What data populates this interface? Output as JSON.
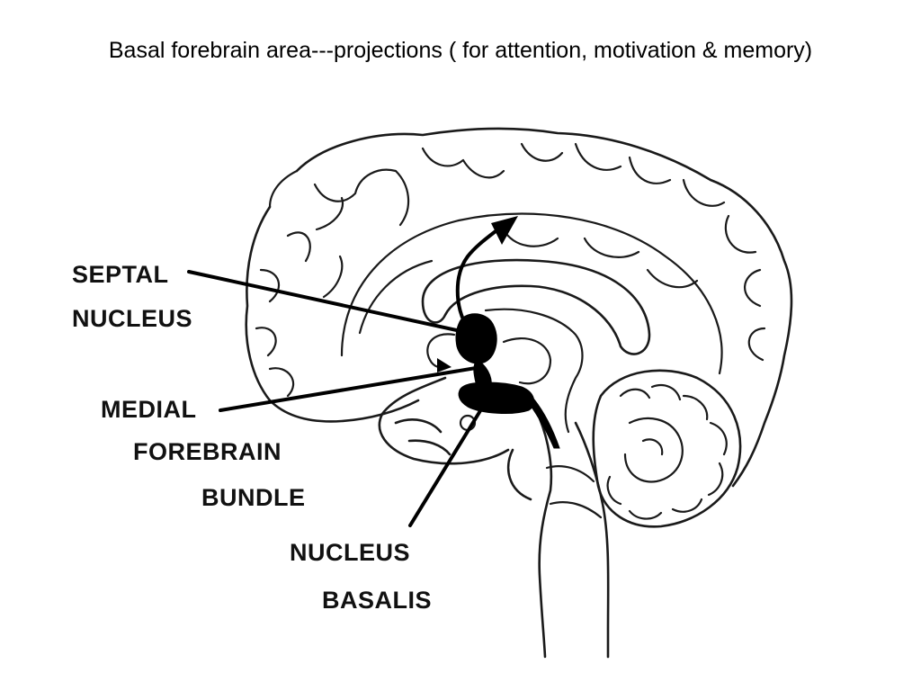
{
  "title": "Basal forebrain area---projections ( for attention, motivation & memory)",
  "labels": {
    "septal_line1": "SEPTAL",
    "septal_line2": "NUCLEUS",
    "medial_line1": "MEDIAL",
    "medial_line2": "FOREBRAIN",
    "medial_line3": "BUNDLE",
    "basalis_line1": "NUCLEUS",
    "basalis_line2": "BASALIS"
  },
  "colors": {
    "ink": "#000000",
    "background": "#ffffff"
  }
}
